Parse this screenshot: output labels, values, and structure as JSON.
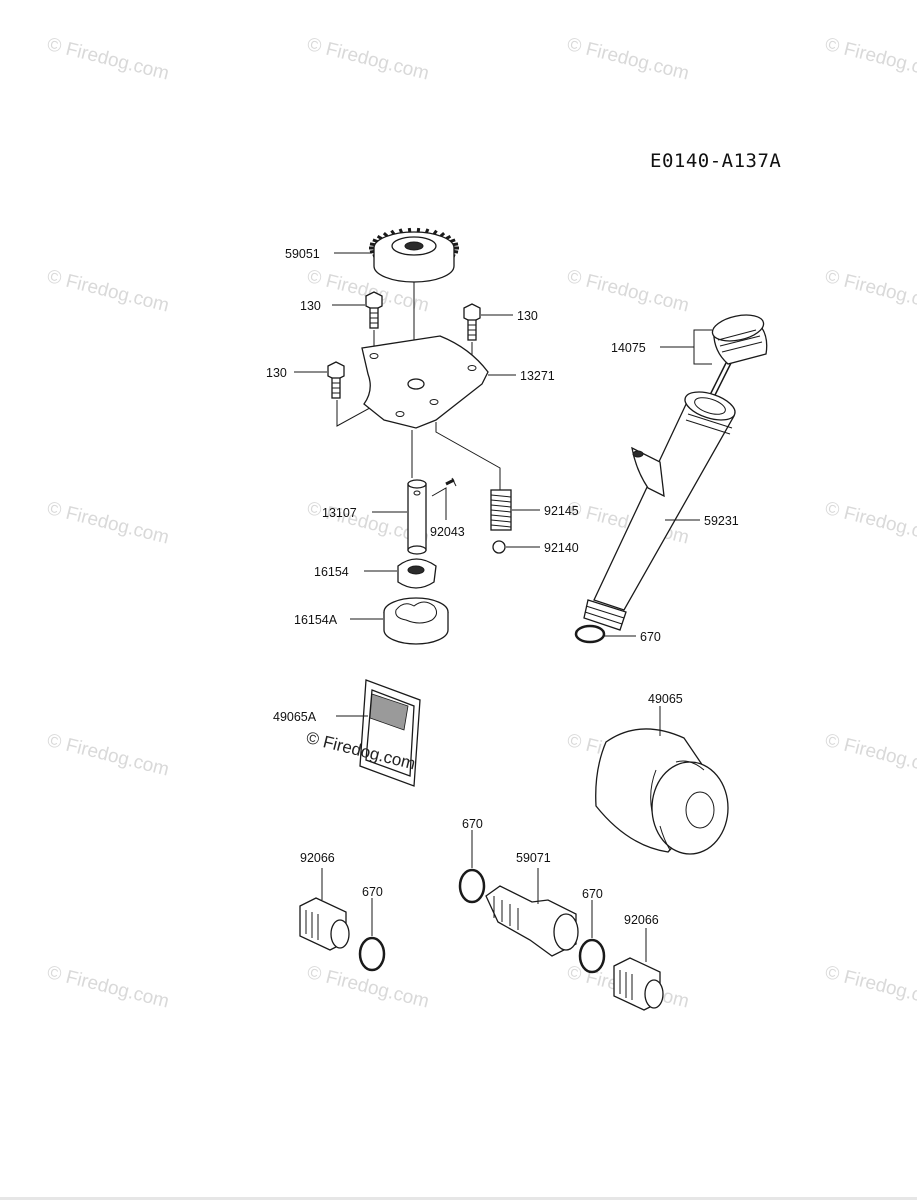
{
  "diagram_code": "E0140-A137A",
  "watermark": "© Firedog.com",
  "labels": {
    "p59051": "59051",
    "p130a": "130",
    "p130b": "130",
    "p130c": "130",
    "p13271": "13271",
    "p14075": "14075",
    "p13107": "13107",
    "p92043": "92043",
    "p92145": "92145",
    "p92140": "92140",
    "p59231": "59231",
    "p16154": "16154",
    "p16154A": "16154A",
    "p670a": "670",
    "p49065A": "49065A",
    "p49065": "49065",
    "p670b": "670",
    "p92066a": "92066",
    "p670c": "670",
    "p59071": "59071",
    "p670d": "670",
    "p92066b": "92066"
  }
}
